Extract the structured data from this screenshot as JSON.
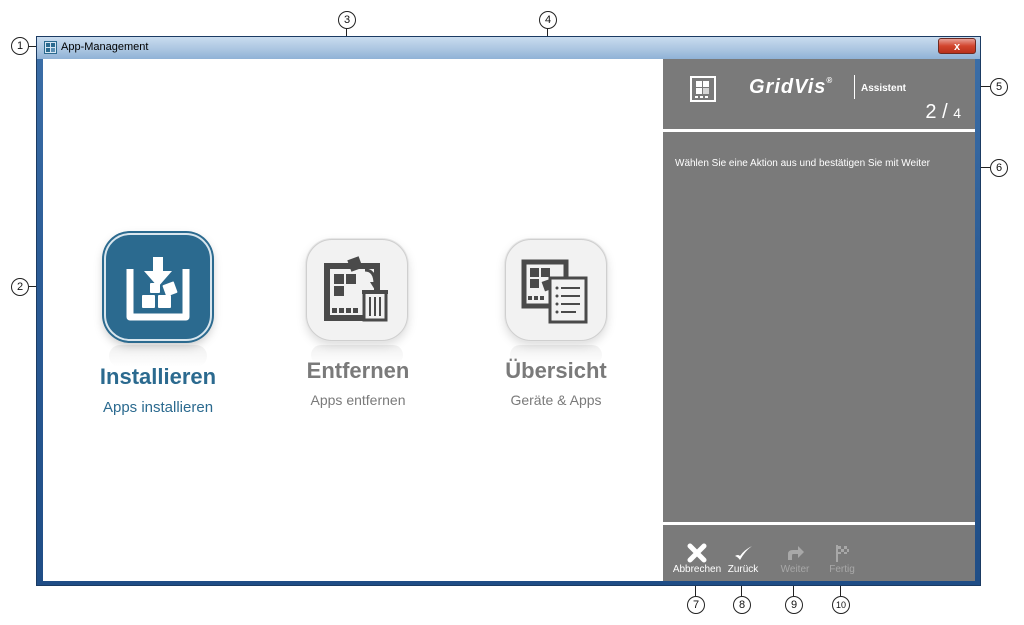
{
  "window": {
    "title": "App-Management",
    "close_label": "x"
  },
  "tiles": [
    {
      "title": "Installieren",
      "subtitle": "Apps installieren",
      "state": "active"
    },
    {
      "title": "Entfernen",
      "subtitle": "Apps entfernen",
      "state": "inactive"
    },
    {
      "title": "Übersicht",
      "subtitle": "Geräte & Apps",
      "state": "inactive"
    }
  ],
  "assistant": {
    "brand": "GridVis",
    "brand_mark": "®",
    "separator": "|",
    "label": "Assistent",
    "step_current": "2",
    "step_separator": "/",
    "step_total": "4",
    "instruction": "Wählen Sie eine Aktion aus und bestätigen Sie mit Weiter"
  },
  "footer": {
    "cancel": "Abbrechen",
    "back": "Zurück",
    "next": "Weiter",
    "finish": "Fertig"
  },
  "callouts": [
    "1",
    "2",
    "3",
    "4",
    "5",
    "6",
    "7",
    "8",
    "9",
    "10"
  ],
  "colors": {
    "accent": "#2b6a8f",
    "panel": "#7a7a7a",
    "inactive_text": "#7a7a7a",
    "disabled_text": "#a8a8a8"
  }
}
